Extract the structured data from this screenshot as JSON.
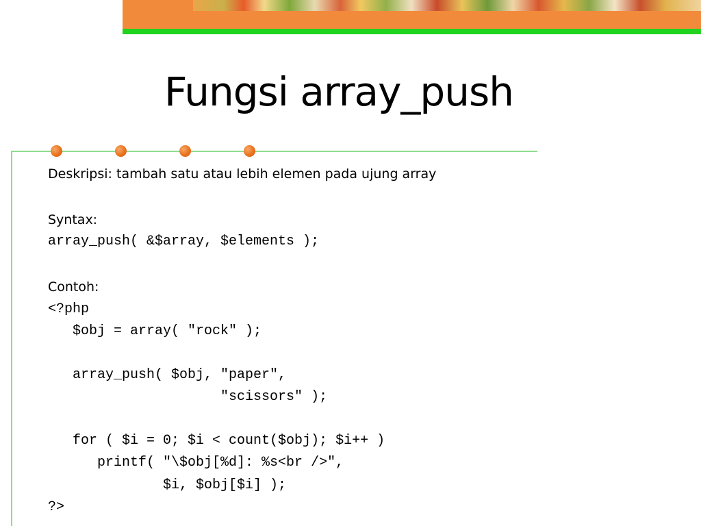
{
  "slide": {
    "title": "Fungsi array_push",
    "lines": [
      {
        "text": "Deskripsi: tambah satu atau lebih elemen pada ujung array",
        "style": "sans"
      },
      {
        "text": "Syntax:",
        "style": "sans"
      },
      {
        "text": "array_push( &$array, $elements );",
        "style": "mono"
      },
      {
        "text": "Contoh:",
        "style": "sans"
      },
      {
        "text": "<?php",
        "style": "mono"
      },
      {
        "text": "   $obj = array( \"rock\" );",
        "style": "mono"
      },
      {
        "text": "   array_push( $obj, \"paper\",",
        "style": "mono"
      },
      {
        "text": "                     \"scissors\" );",
        "style": "mono"
      },
      {
        "text": "   for ( $i = 0; $i < count($obj); $i++ )",
        "style": "mono"
      },
      {
        "text": "      printf( \"\\$obj[%d]: %s<br />\",",
        "style": "mono"
      },
      {
        "text": "              $i, $obj[$i] );",
        "style": "mono"
      },
      {
        "text": "?>",
        "style": "mono"
      }
    ]
  },
  "colors": {
    "banner_orange": "#f28a3c",
    "banner_green": "#1fd31f",
    "rule_green": "#8fdc8f",
    "bullet_orange": "#e9731f"
  }
}
